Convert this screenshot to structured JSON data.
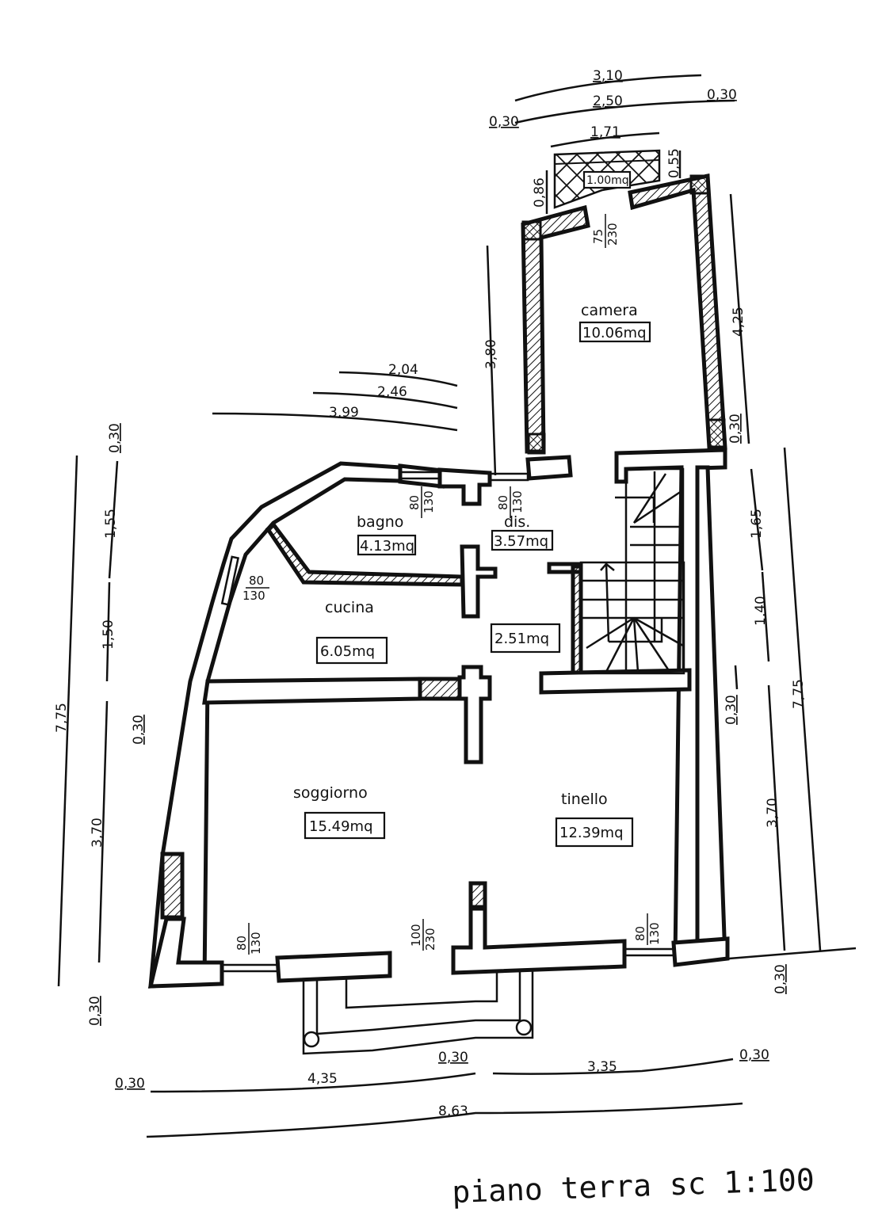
{
  "plan": {
    "title": "piano terra sc 1:100",
    "rooms": [
      {
        "name": "camera",
        "area": "10.06mq"
      },
      {
        "name": "bagno",
        "area": "4.13mq"
      },
      {
        "name": "dis.",
        "area": "3.57mq"
      },
      {
        "name": "cucina",
        "area": "6.05mq"
      },
      {
        "name": "",
        "area": "2.51mq"
      },
      {
        "name": "soggiorno",
        "area": "15.49mq"
      },
      {
        "name": "tinello",
        "area": "12.39mq"
      },
      {
        "name": "",
        "area": "1.00mq"
      }
    ],
    "openings": {
      "camera_window": {
        "w": "75",
        "h": "230"
      },
      "bagno_window": {
        "w": "80",
        "h": "130"
      },
      "dis_window": {
        "w": "80",
        "h": "130"
      },
      "cucina_window": {
        "w": "80",
        "h": "130"
      },
      "soggiorno_window": {
        "w": "80",
        "h": "130"
      },
      "entrance_door": {
        "w": "100",
        "h": "230"
      },
      "tinello_window": {
        "w": "80",
        "h": "130"
      }
    },
    "dimensions": {
      "top": {
        "overall": "3,10",
        "inner": "2,50",
        "wall_left": "0,30",
        "wall_right": "0,30",
        "balcony": "1,71",
        "balcony_depth_left": "0,86",
        "balcony_depth_right": "0,55"
      },
      "middle": {
        "d1": "2,04",
        "d2": "2,46",
        "d3": "3,99",
        "vertical": "3,80"
      },
      "right": {
        "camera_len": "4,25",
        "wall_top": "0,30",
        "seg1": "1,65",
        "seg2": "1,40",
        "wall_mid": "0,30",
        "seg3": "3,70",
        "wall_bottom": "0,30",
        "overall": "7,75"
      },
      "left": {
        "wall_top": "0,30",
        "seg1": "1,55",
        "seg2": "1,50",
        "wall_mid": "0,30",
        "seg3": "3,70",
        "wall_bottom": "0,30",
        "overall": "7,75"
      },
      "bottom": {
        "wall_left": "0,30",
        "seg1": "4,35",
        "wall_mid": "0,30",
        "seg2": "3,35",
        "wall_right": "0,30",
        "overall": "8,63"
      }
    }
  }
}
